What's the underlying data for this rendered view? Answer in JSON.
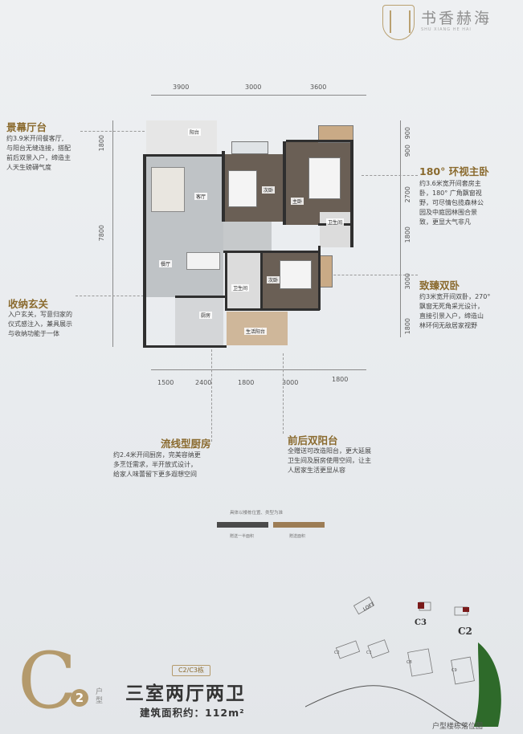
{
  "brand": {
    "name": "书香赫海",
    "sub": "SHU XIANG HE HAI"
  },
  "dims_top": [
    "3900",
    "3000",
    "3600"
  ],
  "dims_bottom": [
    "1500",
    "2400",
    "1800",
    "3000",
    "1800"
  ],
  "dims_left": [
    "1800",
    "7800"
  ],
  "dims_right": [
    "900",
    "900",
    "2700",
    "1800",
    "3000",
    "1800"
  ],
  "features": {
    "living": {
      "title": "景幕厅台",
      "desc": [
        "约3.9米开间餐客厅,",
        "与阳台无缝连接，搭配",
        "前后双景入户，缔造主",
        "人天生磅礴气度"
      ]
    },
    "entry": {
      "title": "收纳玄关",
      "desc": [
        "入户玄关，写意归家的",
        "仪式感注入，兼具展示",
        "与收纳功能于一体"
      ]
    },
    "master": {
      "title": "180° 环视主卧",
      "desc": [
        "约3.6米宽开间套房主",
        "卧，180° 广角飘窗视",
        "野，可尽情包揽森林公",
        "园及中庭园林围合景",
        "致，更显大气非凡"
      ]
    },
    "second": {
      "title": "致臻双卧",
      "desc": [
        "约3米宽开间双卧，270°",
        "飘窗无死角采光设计，",
        "直接引景入户，缔造山",
        "林环伺无敌居家视野"
      ]
    },
    "kitchen": {
      "title": "流线型厨房",
      "desc": [
        "约2.4米开间厨房，完美容纳更",
        "多烹饪需求，半开放式设计，",
        "给家人味蕾留下更多遐想空间"
      ]
    },
    "balcony": {
      "title": "前后双阳台",
      "desc": [
        "全赠送可改造阳台，更大延展",
        "卫生间及厨房使用空间，让主",
        "人居家生活更显从容"
      ]
    }
  },
  "rooms": {
    "balcony": "阳台",
    "living": "客厅",
    "dining": "餐厅",
    "kitchen": "厨房",
    "bedroom1": "次卧",
    "master": "主卧",
    "bath_master": "卫生间",
    "bath": "卫生间",
    "bedroom2": "次卧",
    "front_balcony": "生活阳台"
  },
  "legend": {
    "note": "具体以楼栋位置、类型为准",
    "dark_label": "赠送一半面积",
    "brown_label": "赠送面积"
  },
  "unit": {
    "letter": "C",
    "number": "2",
    "type_label": "户型",
    "buildings": "C2/C3栋",
    "title": "三室两厅两卫",
    "area": "建筑面积约：112m²"
  },
  "site_map": {
    "title": "户型楼栋落位图",
    "labels": {
      "c3": "C3",
      "c2": "C2",
      "loft": "LOFT",
      "g1": "C1",
      "g2": "C2",
      "g8": "C8",
      "g9": "C9"
    }
  },
  "colors": {
    "accent": "#b49a6c",
    "title": "#8a6a2e"
  }
}
